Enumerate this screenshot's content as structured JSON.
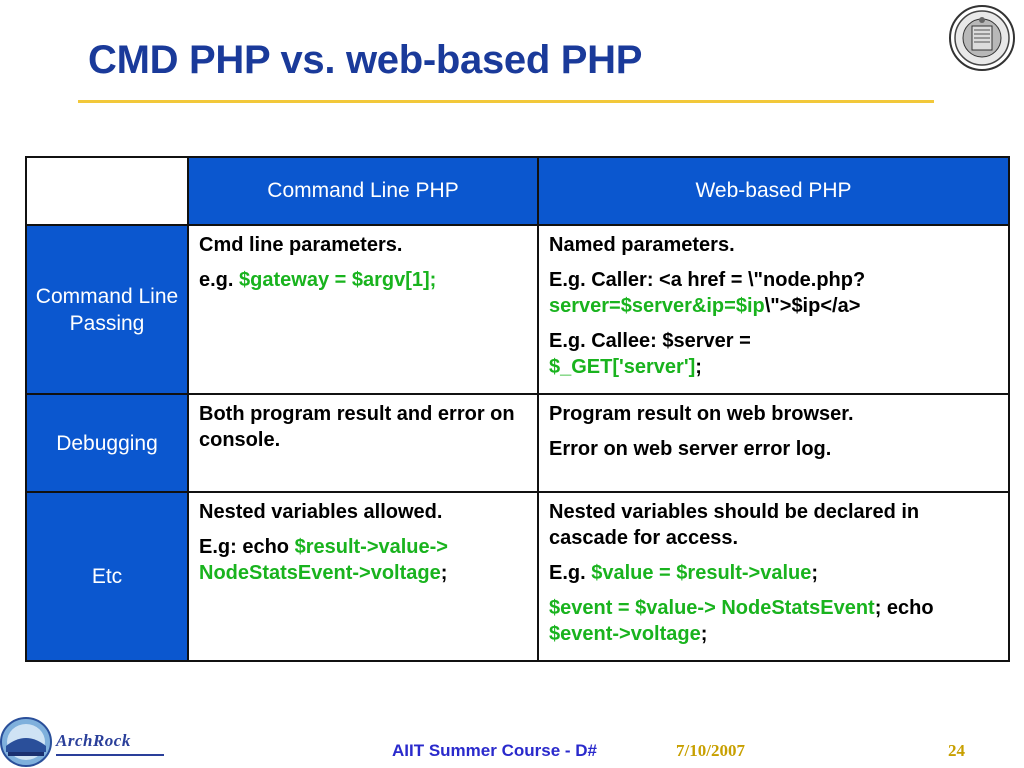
{
  "slide": {
    "title": "CMD PHP vs. web-based PHP"
  },
  "table": {
    "columns": [
      "",
      "Command Line PHP",
      "Web-based PHP"
    ],
    "rows": [
      {
        "header": "Command Line Passing",
        "cmd": {
          "p1": "Cmd line parameters.",
          "p2_a": "e.g. ",
          "p2_b": "$gateway = $argv[1];"
        },
        "web": {
          "p1": "Named parameters.",
          "p2_a": "E.g. Caller: <a href = \\\"node.php?",
          "p2_b": "server=$server&ip=$ip",
          "p2_c": "\\\">$ip</a>",
          "p3_a": "E.g. Callee: $server = ",
          "p3_b": "$_GET['server']",
          "p3_c": ";"
        }
      },
      {
        "header": "Debugging",
        "cmd": {
          "p1": "Both program result and error on console."
        },
        "web": {
          "p1": "Program result on web browser.",
          "p2": "Error on web server error log."
        }
      },
      {
        "header": "Etc",
        "cmd": {
          "p1": "Nested variables allowed.",
          "p2_a": "E.g: echo ",
          "p2_b": "$result->value-> NodeStatsEvent->voltage",
          "p2_c": ";"
        },
        "web": {
          "p1": "Nested variables should be declared in cascade for access.",
          "p2_a": "E.g. ",
          "p2_b": "$value = $result->value",
          "p2_c": ";",
          "p3_a": "$event = $value-> NodeStatsEvent",
          "p3_b": "; echo ",
          "p3_c": "$event->voltage",
          "p3_d": ";"
        }
      }
    ]
  },
  "footer": {
    "course": "AIIT Summer Course - D#",
    "date": "7/10/2007",
    "page": "24",
    "logo_text": "ArchRock"
  },
  "colors": {
    "title": "#1a3a9a",
    "header_bg": "#0b57cf",
    "code_green": "#19b31e",
    "rule_gold": "#f2c83a",
    "footer_gold": "#c8a000",
    "footer_blue": "#2a2acc"
  },
  "icons": {
    "seal": "university-seal-icon",
    "logo": "archrock-logo-icon"
  }
}
